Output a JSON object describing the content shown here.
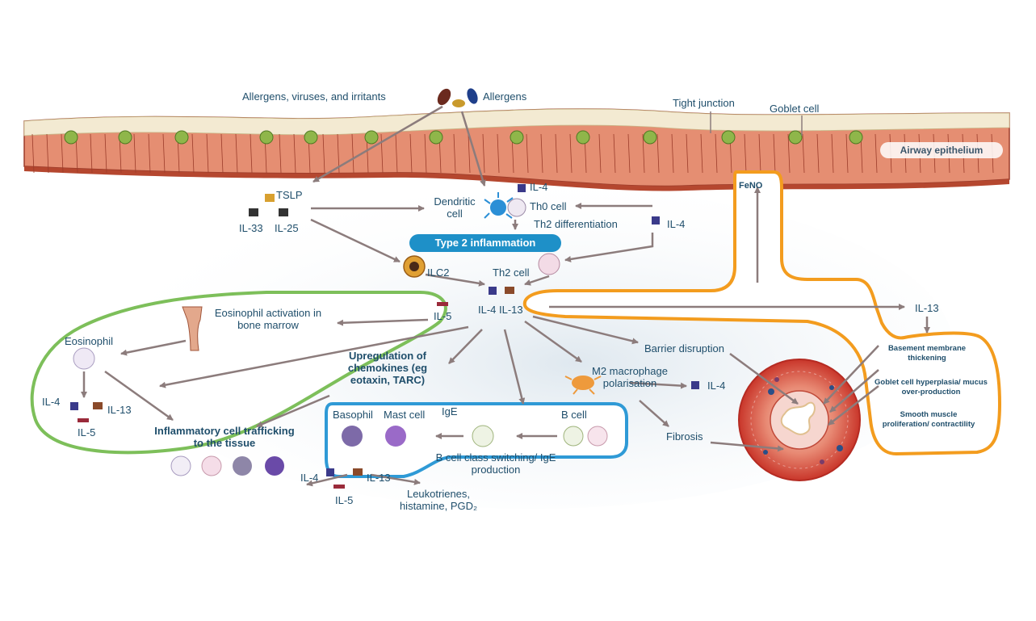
{
  "labels": {
    "allergens_viruses": "Allergens, viruses, and irritants",
    "allergens": "Allergens",
    "tight_junction": "Tight junction",
    "goblet_cell": "Goblet cell",
    "airway_epithelium": "Airway epithelium",
    "feno": "FeNO",
    "tslp": "TSLP",
    "il33": "IL-33",
    "il25": "IL-25",
    "dendritic_cell": "Dendritic cell",
    "il4_top": "IL-4",
    "th0_cell": "Th0 cell",
    "th2_differentiation": "Th2 differentiation",
    "il4_th2diff": "IL-4",
    "type2_inflammation": "Type 2 inflammation",
    "ilc2": "ILC2",
    "th2_cell": "Th2 cell",
    "il5_center": "IL-5",
    "il4_il13_center": "IL-4 IL-13",
    "il13_right": "IL-13",
    "eosinophil_activation": "Eosinophil activation in bone marrow",
    "eosinophil": "Eosinophil",
    "il4_left": "IL-4",
    "il13_left": "IL-13",
    "il5_left": "IL-5",
    "inflammatory_trafficking": "Inflammatory cell trafficking to the tissue",
    "upregulation": "Upregulation of chemokines (eg eotaxin, TARC)",
    "basophil": "Basophil",
    "mast_cell": "Mast cell",
    "ige": "IgE",
    "b_cell": "B cell",
    "b_cell_switching": "B cell class switching/ IgE production",
    "il4_bottom": "IL-4",
    "il13_bottom": "IL-13",
    "il5_bottom": "IL-5",
    "leukotrienes": "Leukotrienes, histamine, PGD₂",
    "barrier_disruption": "Barrier disruption",
    "m2_macrophage": "M2 macrophage polarisation",
    "il4_m2": "IL-4",
    "fibrosis": "Fibrosis",
    "basement_membrane": "Basement membrane thickening",
    "goblet_hyperplasia": "Goblet cell hyperplasia/ mucus over-production",
    "smooth_muscle": "Smooth muscle proliferation/ contractility"
  },
  "colors": {
    "arrow": "#8c7c7c",
    "pill": "#1e90c8",
    "text": "#1f4e6b",
    "green_outline": "#7dbf5a",
    "blue_outline": "#2f9ad6",
    "orange_outline": "#f39c1e",
    "epithelium": "#d9826a",
    "airway_red": "#d83a2e",
    "bg_haze": "#e8eef3"
  }
}
